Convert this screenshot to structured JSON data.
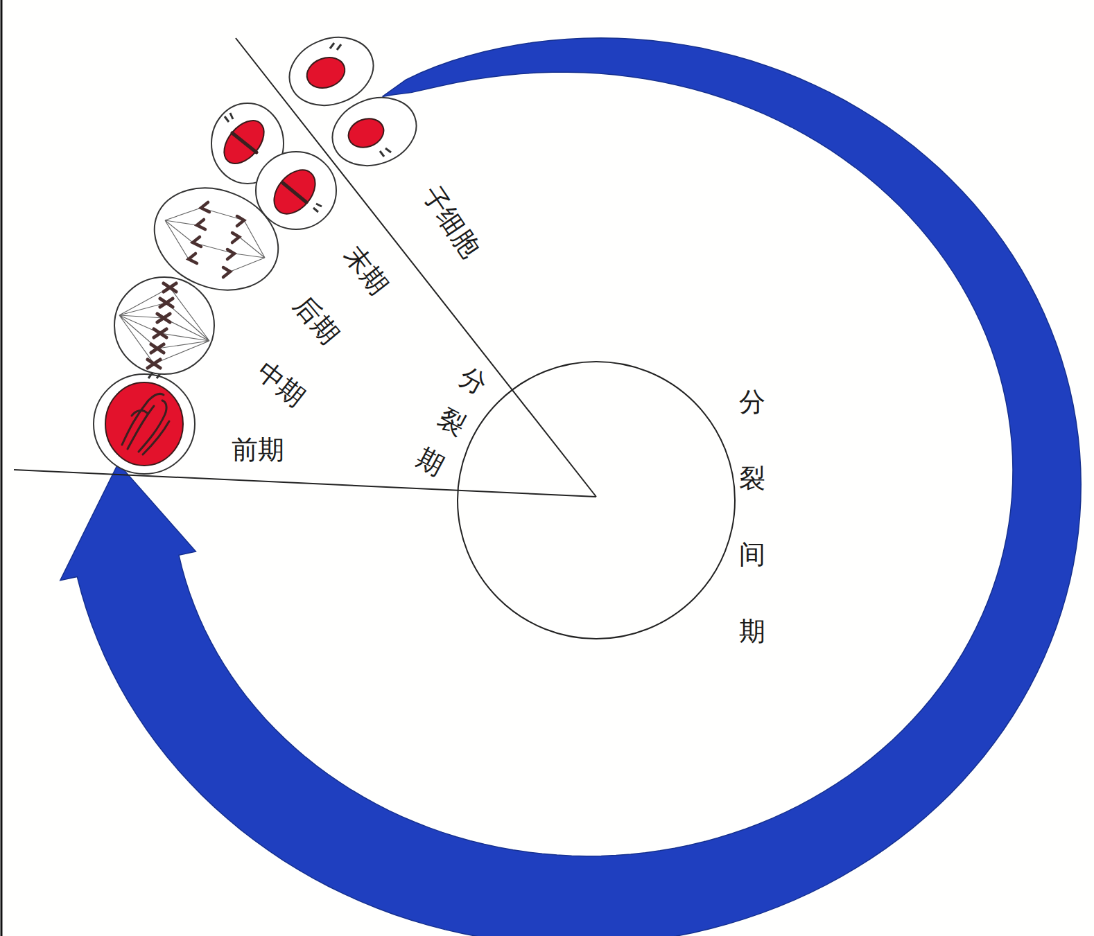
{
  "diagram": {
    "labels": [
      "子细胞",
      "末期",
      "后期",
      "中期",
      "前期",
      "分裂期",
      "分裂间期"
    ]
  }
}
